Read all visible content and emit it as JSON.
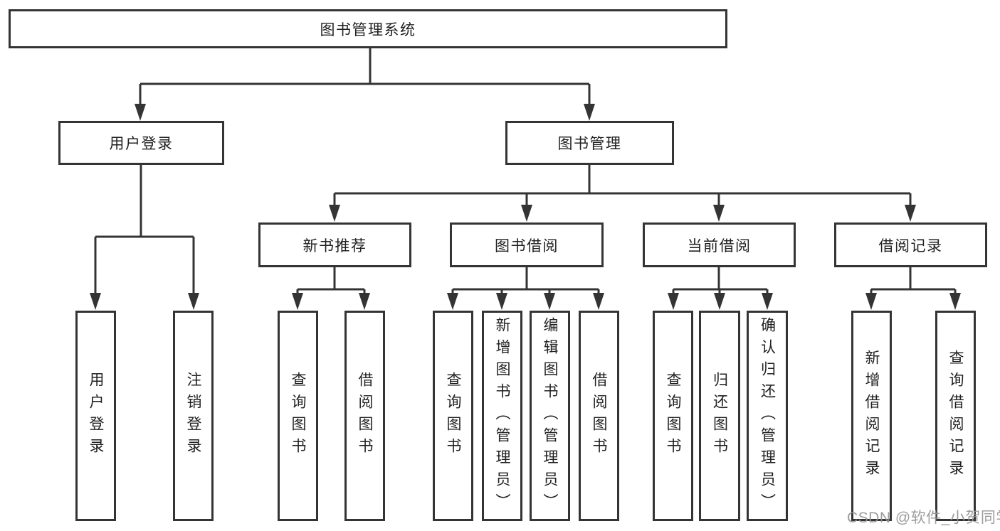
{
  "diagram": {
    "title_node": {
      "label": "图书管理系统"
    },
    "level2": [
      {
        "label": "用户登录"
      },
      {
        "label": "图书管理"
      }
    ],
    "level3": [
      {
        "label": "新书推荐"
      },
      {
        "label": "图书借阅"
      },
      {
        "label": "当前借阅"
      },
      {
        "label": "借阅记录"
      }
    ],
    "leaves": [
      {
        "label": "用户登录"
      },
      {
        "label": "注销登录"
      },
      {
        "label": "查询图书"
      },
      {
        "label": "借阅图书"
      },
      {
        "label": "查询图书"
      },
      {
        "label": "新增图书（管理员）"
      },
      {
        "label": "编辑图书（管理员）"
      },
      {
        "label": "借阅图书"
      },
      {
        "label": "查询图书"
      },
      {
        "label": "归还图书"
      },
      {
        "label": "确认归还（管理员）"
      },
      {
        "label": "新增借阅记录"
      },
      {
        "label": "查询借阅记录"
      }
    ],
    "watermark": "CSDN @软件_小贺同学",
    "colors": {
      "line": "#343434",
      "text": "#212121",
      "box_background": "#ffffff",
      "watermark": "#949494",
      "page_background": "#ffffff"
    }
  }
}
